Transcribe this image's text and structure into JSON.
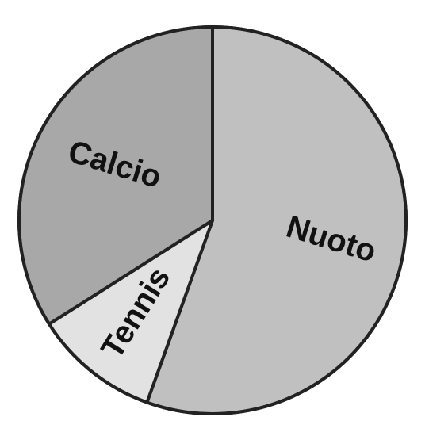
{
  "chart_data": {
    "type": "pie",
    "start": "12 o'clock",
    "direction": "clockwise",
    "slices": [
      {
        "label": "Nuoto",
        "value": 55.5,
        "color": "#c0c0c0"
      },
      {
        "label": "Tennis",
        "value": 10.5,
        "color": "#e2e2e2"
      },
      {
        "label": "Calcio",
        "value": 34.0,
        "color": "#a8a8a8"
      }
    ],
    "outline_color": "#222222",
    "legend": "none"
  }
}
